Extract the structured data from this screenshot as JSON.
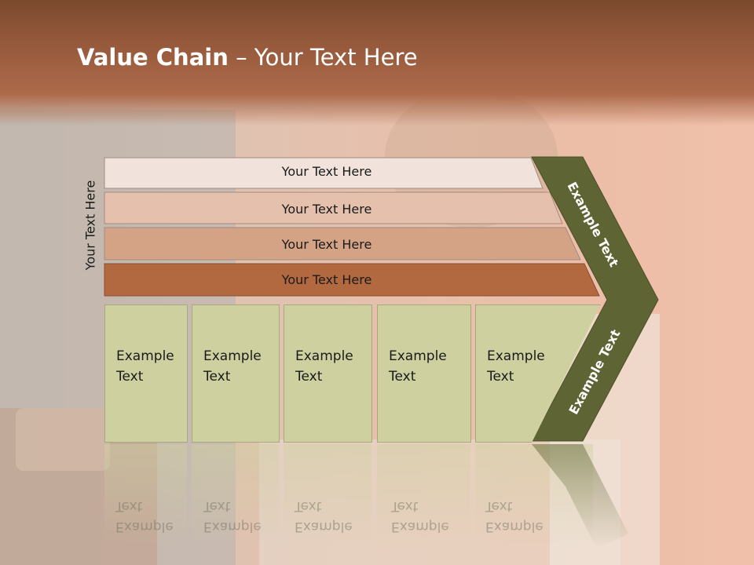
{
  "title": {
    "bold": "Value Chain",
    "rest": " – Your Text Here"
  },
  "side_label": "Your Text Here",
  "bands": [
    {
      "label": "Your Text Here",
      "color": "#f1e3db"
    },
    {
      "label": "Your Text Here",
      "color": "#e4c0ad"
    },
    {
      "label": "Your Text Here",
      "color": "#d4a386"
    },
    {
      "label": "Your Text Here",
      "color": "#b2693f"
    }
  ],
  "boxes": [
    {
      "text": "Example\nText"
    },
    {
      "text": "Example\nText"
    },
    {
      "text": "Example\nText"
    },
    {
      "text": "Example\nText"
    },
    {
      "text": "Example\nText"
    }
  ],
  "chevron": {
    "upper": "Example Text",
    "lower": "Example Text",
    "color": "#5e6433"
  }
}
